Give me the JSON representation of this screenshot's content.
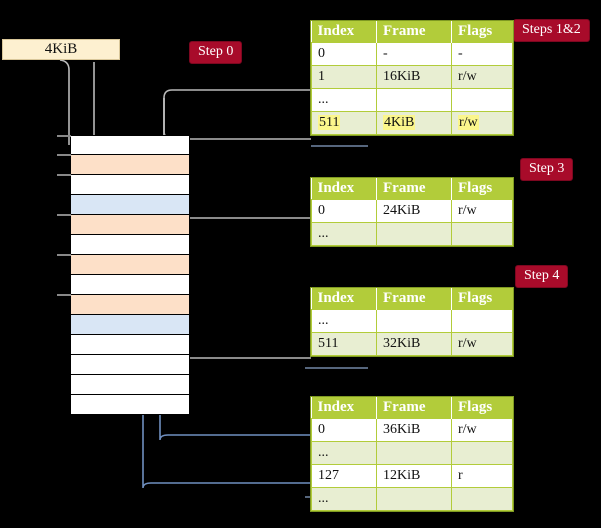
{
  "diagram": {
    "title_box": {
      "label": "4KiB"
    },
    "steps": [
      {
        "id": "step0",
        "label": "Step 0"
      },
      {
        "id": "step12",
        "label": "Steps 1&2"
      },
      {
        "id": "step3",
        "label": "Step 3"
      },
      {
        "id": "step4",
        "label": "Step 4"
      }
    ],
    "memory_column": {
      "name": "physical-memory-frames",
      "rows": [
        {
          "fill": "white"
        },
        {
          "fill": "orange"
        },
        {
          "fill": "white"
        },
        {
          "fill": "blue"
        },
        {
          "fill": "orange"
        },
        {
          "fill": "white"
        },
        {
          "fill": "orange"
        },
        {
          "fill": "white"
        },
        {
          "fill": "orange"
        },
        {
          "fill": "blue"
        },
        {
          "fill": "white"
        },
        {
          "fill": "white"
        },
        {
          "fill": "white"
        },
        {
          "fill": "white"
        }
      ],
      "tick_rows": [
        0,
        1,
        2,
        4,
        6,
        8
      ],
      "colors": {
        "orange": "#fde0c8",
        "blue": "#d9e6f5",
        "white": "#ffffff",
        "border": "#000000"
      }
    },
    "tables": [
      {
        "id": "table-level4",
        "step_label": "Steps 1&2",
        "headers": [
          "Index",
          "Frame",
          "Flags"
        ],
        "rows": [
          {
            "cells": [
              "0",
              "-",
              "-"
            ],
            "banded": false,
            "highlight": false
          },
          {
            "cells": [
              "1",
              "16KiB",
              "r/w"
            ],
            "banded": true,
            "highlight": false
          },
          {
            "cells": [
              "...",
              "",
              ""
            ],
            "banded": false,
            "highlight": false
          },
          {
            "cells": [
              "511",
              "4KiB",
              "r/w"
            ],
            "banded": true,
            "highlight": true
          }
        ]
      },
      {
        "id": "table-level3",
        "step_label": "Step 3",
        "headers": [
          "Index",
          "Frame",
          "Flags"
        ],
        "rows": [
          {
            "cells": [
              "0",
              "24KiB",
              "r/w"
            ],
            "banded": false,
            "highlight": false
          },
          {
            "cells": [
              "...",
              "",
              ""
            ],
            "banded": true,
            "highlight": false
          }
        ]
      },
      {
        "id": "table-level2",
        "step_label": "Step 4",
        "headers": [
          "Index",
          "Frame",
          "Flags"
        ],
        "rows": [
          {
            "cells": [
              "...",
              "",
              ""
            ],
            "banded": false,
            "highlight": false
          },
          {
            "cells": [
              "511",
              "32KiB",
              "r/w"
            ],
            "banded": true,
            "highlight": false
          }
        ]
      },
      {
        "id": "table-level1",
        "step_label": "",
        "headers": [
          "Index",
          "Frame",
          "Flags"
        ],
        "rows": [
          {
            "cells": [
              "0",
              "36KiB",
              "r/w"
            ],
            "banded": false,
            "highlight": false
          },
          {
            "cells": [
              "...",
              "",
              ""
            ],
            "banded": true,
            "highlight": false
          },
          {
            "cells": [
              "127",
              "12KiB",
              "r"
            ],
            "banded": false,
            "highlight": false
          },
          {
            "cells": [
              "...",
              "",
              ""
            ],
            "banded": true,
            "highlight": false
          }
        ]
      }
    ],
    "palette": {
      "header_green": "#b2cc3a",
      "band_green": "#e8eed2",
      "badge_red": "#a80b2a",
      "highlight_yellow": "#fbf68c",
      "box_cream": "#fdf0d0",
      "wire_gray": "#b9b9b9",
      "wire_blue": "#6f8fbf"
    }
  }
}
